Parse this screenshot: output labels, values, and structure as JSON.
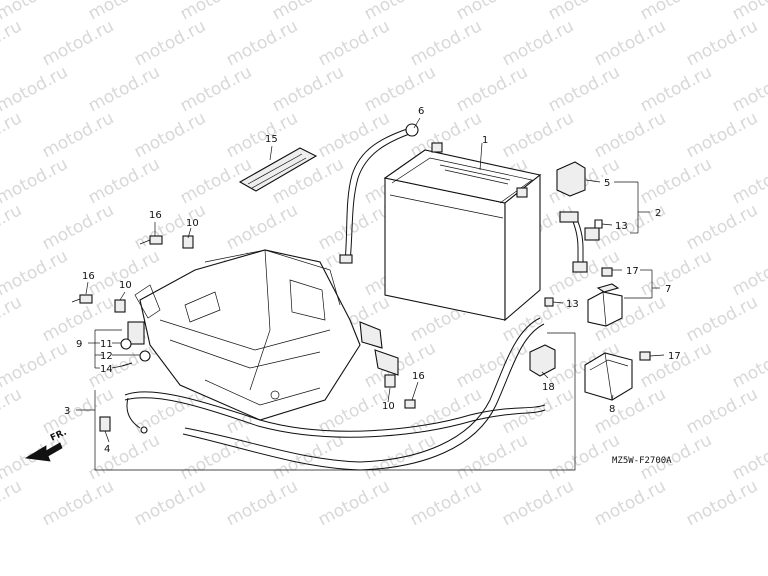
{
  "watermark": "motod.ru",
  "drawing_code": "MZ5W-F2700A",
  "direction_label": "FR.",
  "callouts": {
    "c1": "1",
    "c2": "2",
    "c3": "3",
    "c4": "4",
    "c5": "5",
    "c6": "6",
    "c7": "7",
    "c8": "8",
    "c9": "9",
    "c10a": "10",
    "c10b": "10",
    "c10c": "10",
    "c11": "11",
    "c12": "12",
    "c13a": "13",
    "c13b": "13",
    "c14": "14",
    "c15": "15",
    "c16a": "16",
    "c16b": "16",
    "c16c": "16",
    "c17a": "17",
    "c17b": "17",
    "c18": "18"
  }
}
